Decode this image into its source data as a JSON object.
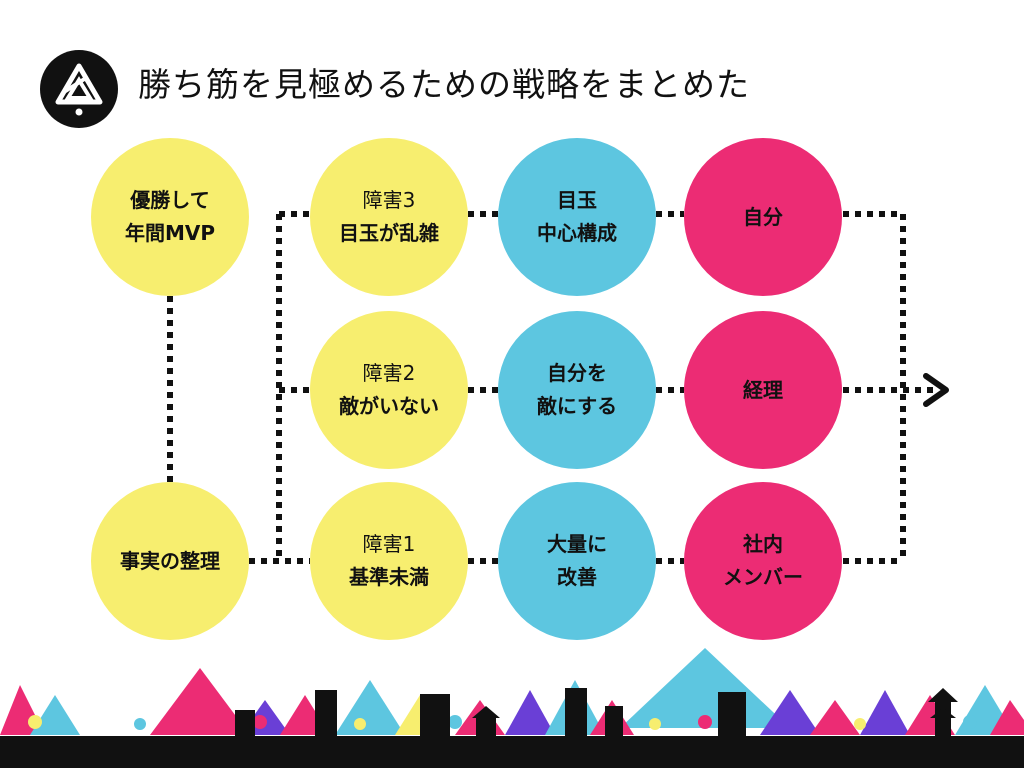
{
  "header": {
    "title": "勝ち筋を見極めるための戦略をまとめた"
  },
  "colors": {
    "yellow": "#f7ee6f",
    "cyan": "#5dc6e0",
    "pink": "#ec2c74",
    "dark": "#111111"
  },
  "nodes": {
    "goal": {
      "line1": "優勝して",
      "line2": "年間MVP"
    },
    "facts": {
      "line1": "事実の整理"
    },
    "obstacle3": {
      "label": "障害3",
      "text": "目玉が乱雑"
    },
    "obstacle2": {
      "label": "障害2",
      "text": "敵がいない"
    },
    "obstacle1": {
      "label": "障害1",
      "text": "基準未満"
    },
    "strategy3": {
      "line1": "目玉",
      "line2": "中心構成"
    },
    "strategy2": {
      "line1": "自分を",
      "line2": "敵にする"
    },
    "strategy1": {
      "line1": "大量に",
      "line2": "改善"
    },
    "owner3": {
      "line1": "自分"
    },
    "owner2": {
      "line1": "経理"
    },
    "owner1": {
      "line1": "社内",
      "line2": "メンバー"
    }
  }
}
